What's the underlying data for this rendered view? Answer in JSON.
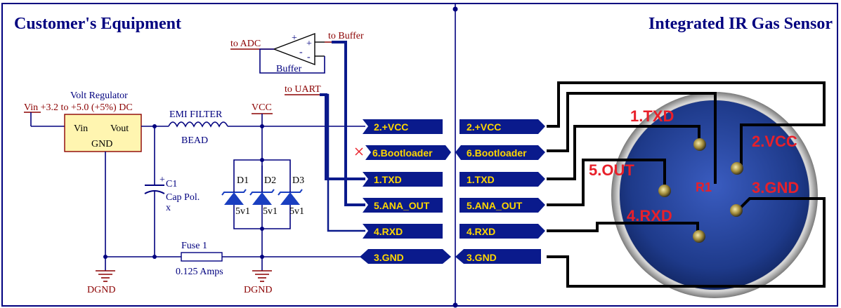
{
  "titles": {
    "left": "Customer's Equipment",
    "right": "Integrated IR Gas Sensor"
  },
  "buffer": {
    "to_adc": "to ADC",
    "to_buffer": "to Buffer",
    "label": "Buffer",
    "plus": "+",
    "minus": "-"
  },
  "uart": {
    "label": "to UART"
  },
  "regulator": {
    "title": "Volt Regulator",
    "vin_spec": "Vin +3.2 to +5.0 (+5%) DC",
    "vin": "Vin",
    "vout": "Vout",
    "gnd": "GND"
  },
  "emi": {
    "label": "EMI FILTER",
    "sub": "BEAD"
  },
  "vcc": {
    "label": "VCC"
  },
  "cap": {
    "name": "C1",
    "type": "Cap Pol.",
    "value": "x",
    "plus": "+"
  },
  "diodes": [
    {
      "name": "D1",
      "value": "5v1"
    },
    {
      "name": "D2",
      "value": "5v1"
    },
    {
      "name": "D3",
      "value": "5v1"
    }
  ],
  "fuse": {
    "name": "Fuse 1",
    "rating": "0.125 Amps"
  },
  "grounds": {
    "left": "DGND",
    "right": "DGND"
  },
  "ports_left": [
    "2.+VCC",
    "6.Bootloader",
    "1.TXD",
    "5.ANA_OUT",
    "4.RXD",
    "3.GND"
  ],
  "ports_right": [
    "2.+VCC",
    "6.Bootloader",
    "1.TXD",
    "5.ANA_OUT",
    "4.RXD",
    "3.GND"
  ],
  "sensor": {
    "pins": [
      "1.TXD",
      "2.VCC",
      "5.OUT",
      "3.GND",
      "4.RXD"
    ],
    "center": "R1"
  },
  "colors": {
    "port_fill": "#0a1a8c",
    "port_text": "#ffd700",
    "wire": "#00007f",
    "pin_label": "#e8202a",
    "sensor_body": "#1e3a8a"
  }
}
